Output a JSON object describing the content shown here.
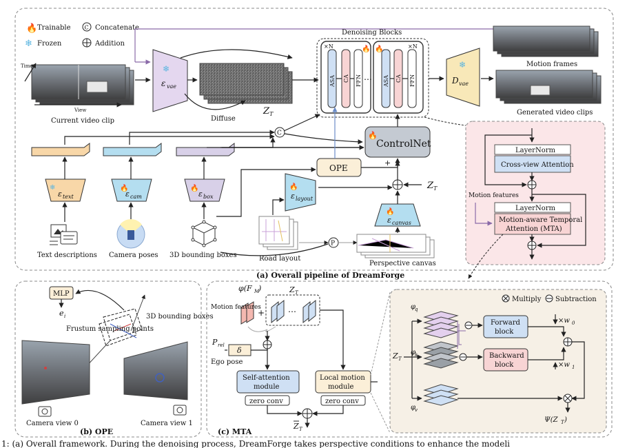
{
  "legend": {
    "trainable": "Trainable",
    "concatenate": "Concatenate",
    "frozen": "Frozen",
    "addition": "Addition",
    "concat_symbol": "C"
  },
  "top": {
    "time_label": "Time",
    "view_label": "View",
    "current_clip": "Current video clip",
    "vae_enc": "ε",
    "vae_enc_sub": "vae",
    "diffuse": "Diffuse",
    "zt": "Z",
    "zt_sub": "T",
    "denoising_title": "Denoising Blocks",
    "xn": "×N",
    "block_labels": [
      "ASA",
      "CA",
      "FFN"
    ],
    "dots": "⋯",
    "vae_dec": "D",
    "vae_dec_sub": "vae",
    "motion_frames": "Motion frames",
    "generated_clips": "Generated video clips",
    "controlnet": "ControlNet",
    "ope": "OPE",
    "plus": "+",
    "enc_text": "ε",
    "enc_text_sub": "text",
    "enc_cam": "ε",
    "enc_cam_sub": "cam",
    "enc_box": "ε",
    "enc_box_sub": "box",
    "enc_layout": "ε",
    "enc_layout_sub": "layout",
    "enc_canvas": "ε",
    "enc_canvas_sub": "canvas",
    "text_desc": "Text descriptions",
    "camera_poses": "Camera poses",
    "bboxes": "3D bounding boxes",
    "road_layout": "Road layout",
    "persp_canvas": "Perspective canvas",
    "p_symbol": "P",
    "caption": "(a) Overall pipeline of DreamForge"
  },
  "detail": {
    "layernorm": "LayerNorm",
    "cross_view": "Cross-view Attention",
    "motion_features": "Motion features",
    "mta_line1": "Motion-aware Temporal",
    "mta_line2": "Attention (MTA)"
  },
  "ope_panel": {
    "mlp": "MLP",
    "ei": "e",
    "ei_sub": "i",
    "frustum": "Frustum sampling points",
    "bboxes": "3D bounding boxes",
    "cam0": "Camera view 0",
    "cam1": "Camera view 1",
    "caption": "(b) OPE"
  },
  "mta_panel": {
    "phi_fm": "φ(F",
    "phi_fm_sub": "M",
    "zt": "Z",
    "zt_sub": "T",
    "motion_features": "Motion features",
    "p_rel": "P",
    "p_rel_sub": "rel",
    "delta": "δ",
    "ego_pose": "Ego pose",
    "self_attn_1": "Self-attention",
    "self_attn_2": "module",
    "local_motion_1": "Local motion",
    "local_motion_2": "module",
    "zero_conv": "zero conv",
    "zt_bar": "Z",
    "zt_bar_sub": "T",
    "caption": "(c) MTA",
    "multiply": "Multiply",
    "subtraction": "Subtraction",
    "phi_q": "φ",
    "phi_q_sub": "q",
    "phi_k": "φ",
    "phi_k_sub": "k",
    "phi_v": "φ",
    "phi_v_sub": "v",
    "forward_1": "Forward",
    "forward_2": "block",
    "backward_1": "Backward",
    "backward_2": "block",
    "w0": "×w",
    "w0_sub": "0",
    "w1": "×w",
    "w1_sub": "1",
    "psi": "Ψ(Z",
    "psi_sub": "T",
    "psi_end": ")"
  },
  "footer": {
    "caption_fragment": "1: (a) Overall framework. During the denoising process, DreamForge takes perspective conditions to enhance the modeli"
  }
}
